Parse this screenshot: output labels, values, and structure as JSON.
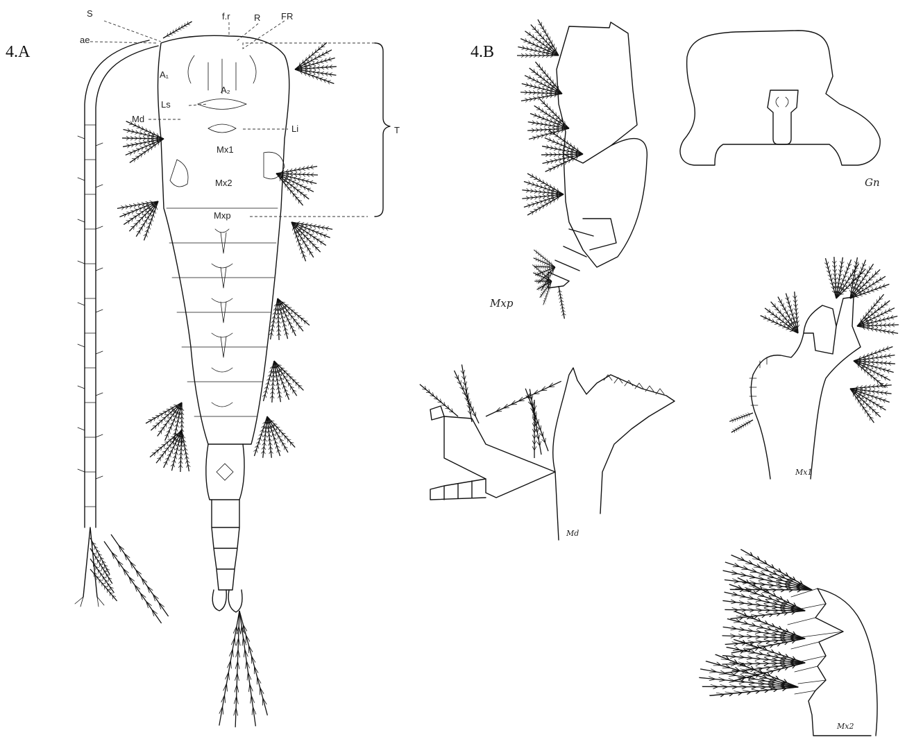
{
  "figure": {
    "panel_a_label": "4.A",
    "panel_b_label": "4.B"
  },
  "panel_a": {
    "labels": {
      "s": "S",
      "ae": "ae",
      "fr_small": "f.r",
      "r": "R",
      "fr": "FR",
      "a1": "A₁",
      "a2": "A₂",
      "ls": "Ls",
      "md": "Md",
      "li": "Li",
      "mx1": "Mx1",
      "mx2": "Mx2",
      "mxp": "Mxp",
      "t": "T"
    }
  },
  "panel_b": {
    "labels": {
      "mxp": "Mxp",
      "gn": "Gn",
      "md": "Md",
      "mx1": "Mx1",
      "mx2": "Mx2"
    }
  }
}
